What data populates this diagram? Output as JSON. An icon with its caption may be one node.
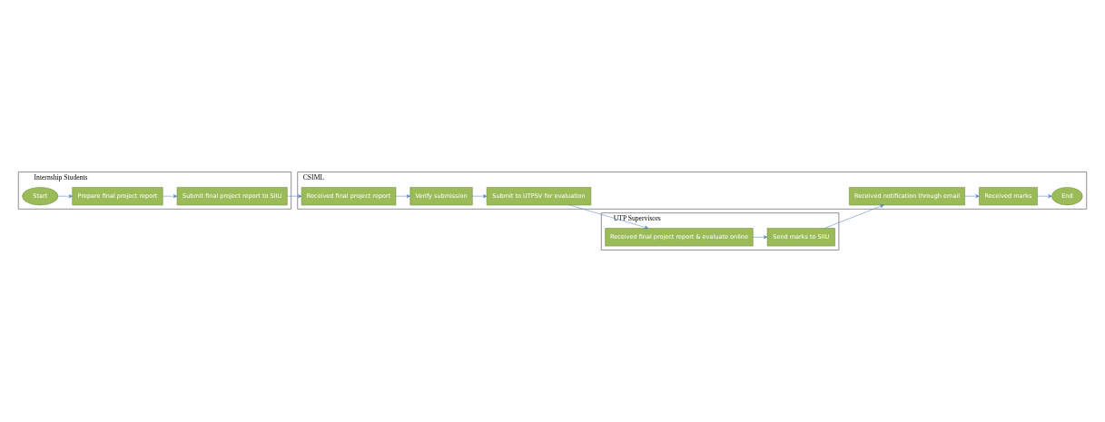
{
  "diagram": {
    "nodes": [
      {
        "text": [
          "Internship Students"
        ]
      },
      {
        "text": [
          "Start"
        ],
        "in": 0
      },
      {
        "text": [
          "Prepare final project report"
        ],
        "in": 0
      },
      {
        "text": [
          "Submit final project report to SIIU"
        ],
        "in": 0
      },
      {
        "text": [
          "UTP Supervisors"
        ]
      },
      {
        "text": [
          "Received final project report & evaluate online"
        ],
        "in": 4
      },
      {
        "text": [
          "Send marks to SIIU"
        ],
        "in": 4
      },
      {
        "text": [
          "CSIML"
        ]
      },
      {
        "text": [
          "Received final project report"
        ],
        "in": 7
      },
      {
        "text": [
          "Verify submission"
        ],
        "in": 7
      },
      {
        "text": [
          "Submit to UTPSV for evaluation"
        ],
        "in": 7
      },
      {
        "text": [
          "Received notification through email"
        ],
        "in": 7
      },
      {
        "text": [
          "Received marks"
        ],
        "in": 7
      },
      {
        "text": [
          "End"
        ],
        "in": 7
      }
    ],
    "edges": [
      {
        "from": 1,
        "to": 2,
        "arrow": "to"
      },
      {
        "from": 2,
        "to": 3,
        "arrow": "to"
      },
      {
        "from": 3,
        "to": 8,
        "arrow": "to"
      },
      {
        "from": 8,
        "to": 9,
        "arrow": "to"
      },
      {
        "from": 9,
        "to": 10,
        "arrow": "to"
      },
      {
        "from": 10,
        "to": 5,
        "arrow": "to"
      },
      {
        "from": 5,
        "to": 6,
        "arrow": "to"
      },
      {
        "from": 6,
        "to": 11,
        "arrow": "to"
      },
      {
        "from": 11,
        "to": 12,
        "arrow": "to"
      },
      {
        "from": 12,
        "to": 13,
        "arrow": "to"
      }
    ]
  }
}
